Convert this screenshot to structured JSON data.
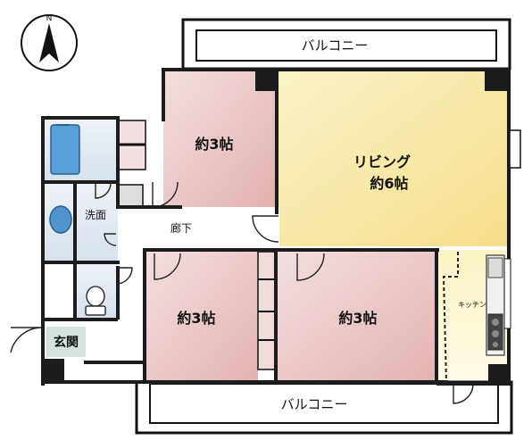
{
  "compass": {
    "label": "N"
  },
  "balcony_top": {
    "label": "バルコニー"
  },
  "balcony_bottom": {
    "label": "バルコニー"
  },
  "rooms": {
    "north_bedroom": {
      "label": "約3帖"
    },
    "living": {
      "label_line1": "リビング",
      "label_line2": "約6帖"
    },
    "west_bedroom": {
      "label": "約3帖"
    },
    "east_bedroom": {
      "label": "約3帖"
    },
    "washroom": {
      "label": "洗面"
    },
    "hallway": {
      "label": "廊下"
    },
    "kitchen": {
      "label": "キッチン"
    },
    "entrance": {
      "label": "玄関"
    }
  },
  "colors": {
    "wall": "#1c1c1c",
    "bedroom_fill": "#ecc8c8",
    "living_fill": "#f7eaa6",
    "wet_fill": "#dde6ee",
    "bath_fill": "#5aa0d8",
    "entrance_fill": "#d3e3dc"
  }
}
